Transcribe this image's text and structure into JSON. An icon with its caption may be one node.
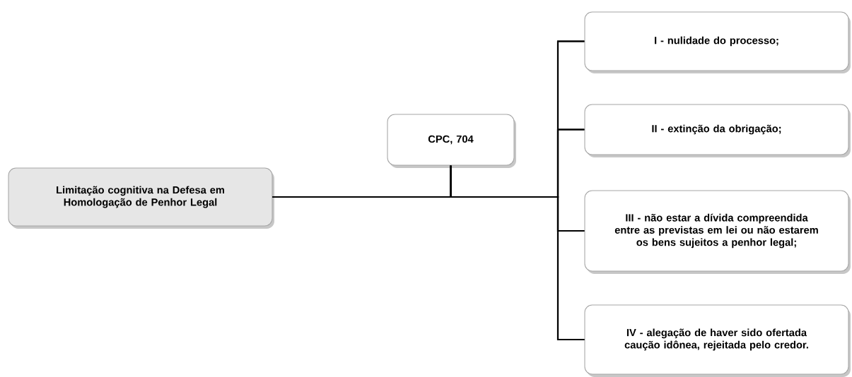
{
  "diagram": {
    "nodes": [
      {
        "text": [
          "Limitação cognitiva na Defesa em Homologação de Penhor Legal"
        ]
      },
      {
        "text": [
          "CPC, 704"
        ]
      },
      {
        "text": [
          "I - nulidade do processo;"
        ]
      },
      {
        "text": [
          "II - extinção da obrigação;"
        ]
      },
      {
        "text": [
          "III - não estar a dívida compreendida entre as previstas em lei ou não estarem os bens sujeitos a penhor legal;"
        ]
      },
      {
        "text": [
          "IV - alegação de haver sido ofertada caução idônea, rejeitada pelo credor."
        ]
      }
    ],
    "edges": [
      {
        "from": 0,
        "to": 2,
        "arrow": "none"
      },
      {
        "from": 0,
        "to": 3,
        "arrow": "none"
      },
      {
        "from": 0,
        "to": 4,
        "arrow": "none"
      },
      {
        "from": 0,
        "to": 5,
        "arrow": "none"
      },
      {
        "from": 1,
        "to": 2,
        "arrow": "none"
      },
      {
        "from": 1,
        "to": 3,
        "arrow": "none"
      },
      {
        "from": 1,
        "to": 4,
        "arrow": "none"
      },
      {
        "from": 1,
        "to": 5,
        "arrow": "none"
      }
    ]
  }
}
